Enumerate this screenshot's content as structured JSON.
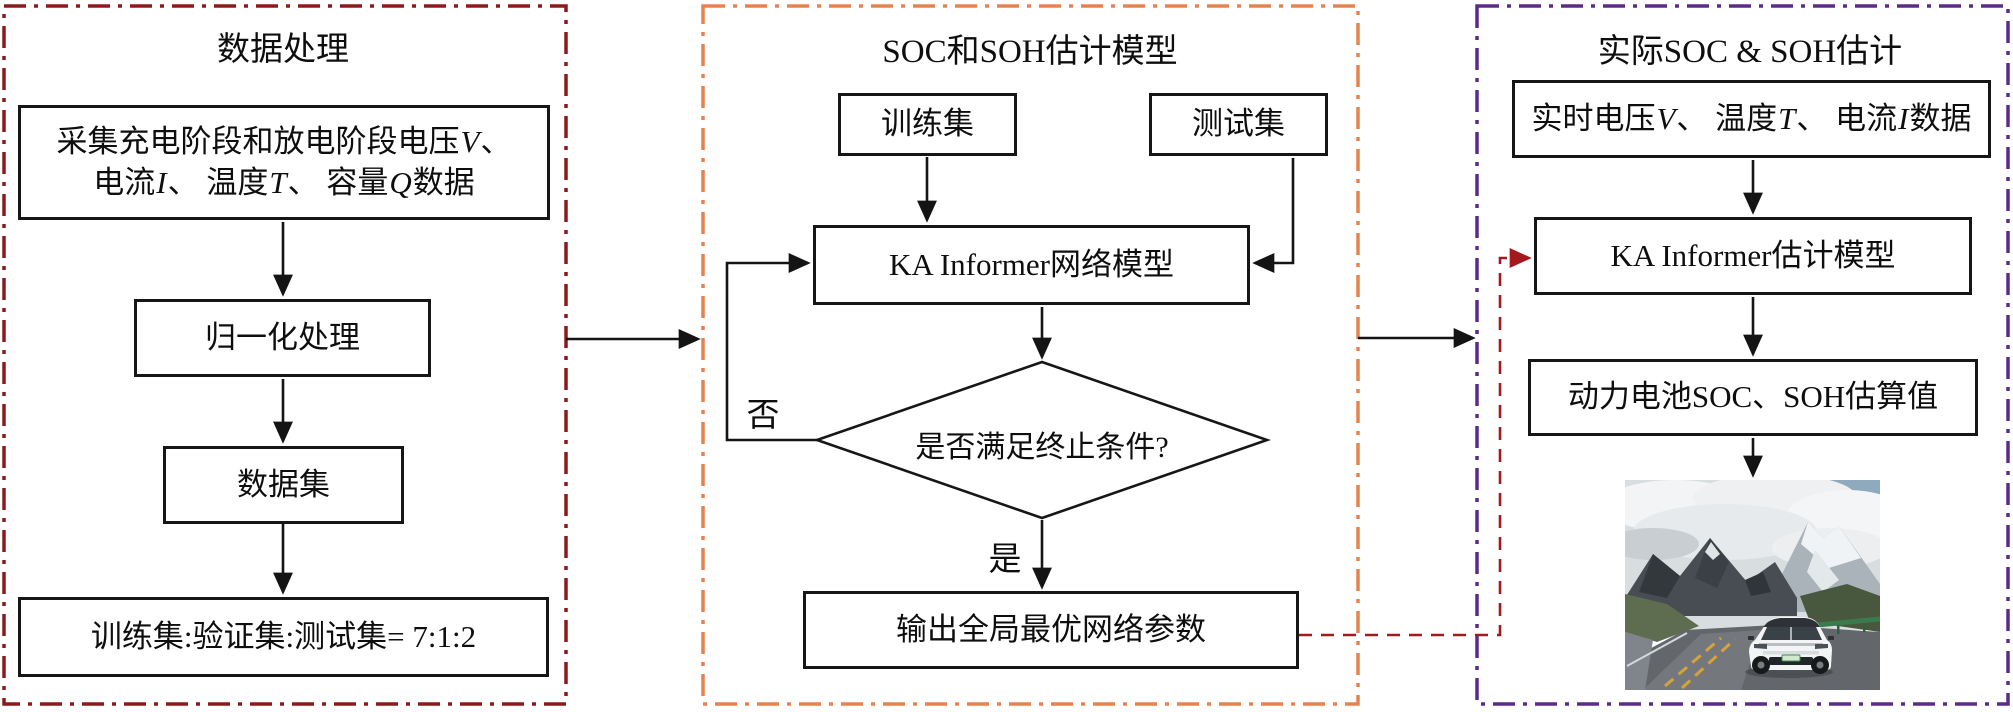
{
  "colors": {
    "panel_left_border": "#8C1A1C",
    "panel_middle_border": "#E5834E",
    "panel_right_border": "#5A2B87",
    "feedback_arrow": "#A3191E",
    "flow_lines": "#141414"
  },
  "left_panel": {
    "title": "数据处理",
    "collect_box": {
      "line1_text": "采集充电阶段和放电阶段电压",
      "line1_var": "V",
      "line1_tail": "、",
      "line2_seg1": "电流",
      "line2_var1": "I",
      "line2_seg2": "、 温度",
      "line2_var2": "T",
      "line2_seg3": "、 容量",
      "line2_var3": "Q",
      "line2_tail": "数据"
    },
    "normalize_box": "归一化处理",
    "dataset_box": "数据集",
    "split_box": "训练集:验证集:测试集= 7:1:2"
  },
  "middle_panel": {
    "title": "SOC和SOH估计模型",
    "train_box": "训练集",
    "test_box": "测试集",
    "network_box": "KA Informer网络模型",
    "decision": "是否满足终止条件?",
    "no_label": "否",
    "yes_label": "是",
    "output_box": "输出全局最优网络参数"
  },
  "right_panel": {
    "title": "实际SOC & SOH估计",
    "realtime_box": {
      "seg1": "实时电压",
      "var1": "V",
      "seg2": "、 温度",
      "var2": "T",
      "seg3": "、 电流",
      "var3": "I",
      "tail": "数据"
    },
    "estimator_box": "KA Informer估计模型",
    "result_box": "动力电池SOC、SOH估算值",
    "photo_icon": "ev-car-mountain-road-photo"
  }
}
